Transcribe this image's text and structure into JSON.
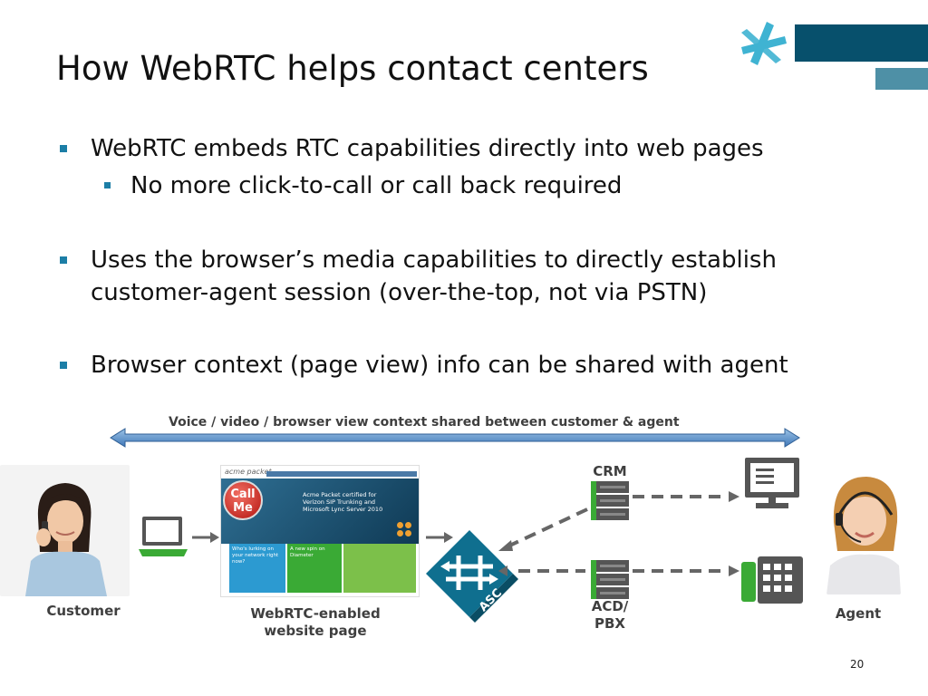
{
  "slide": {
    "title": "How WebRTC helps contact centers",
    "page_number": "20"
  },
  "bullets": [
    {
      "text": "WebRTC embeds RTC capabilities directly into web pages",
      "level": 1
    },
    {
      "text": "No more click-to-call or call back required",
      "level": 2
    },
    {
      "text": "Uses the browser’s media capabilities to directly establish customer-agent session (over-the-top, not via PSTN)",
      "level": 1
    },
    {
      "text": "Browser context (page view) info can be shared with agent",
      "level": 1
    }
  ],
  "diagram": {
    "arrow_caption": "Voice / video / browser view context shared between customer & agent",
    "labels": {
      "customer": "Customer",
      "website_line1": "WebRTC-enabled",
      "website_line2": "website page",
      "crm": "CRM",
      "acd_line1": "ACD/",
      "acd_line2": "PBX",
      "agent": "Agent",
      "asc": "ASC"
    },
    "website_snapshot": {
      "brand": "acme packet",
      "call_me_line1": "Call",
      "call_me_line2": "Me",
      "headline": "Acme Packet certified for Verizon SIP Trunking and Microsoft Lync Server 2010",
      "panel1_title": "Who's lurking on your network right now?",
      "panel2_title": "A new spin on Diameter"
    }
  },
  "colors": {
    "accent_dark": "#07506c",
    "accent_mid": "#4e90a6",
    "logo_cyan": "#3fb3d2",
    "bullet_blue": "#1c7ea6",
    "asc_teal": "#0f6f8f",
    "device_green": "#3aaa35",
    "server_gray": "#555555"
  }
}
